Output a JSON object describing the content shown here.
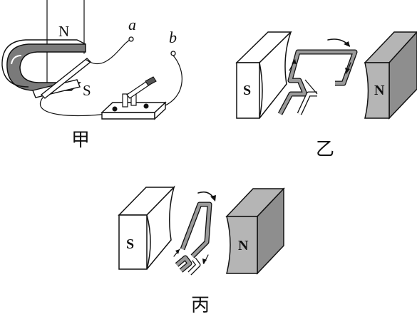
{
  "panel_jia": {
    "caption": "甲",
    "magnet_north_label": "N",
    "magnet_south_label": "S",
    "terminal_a_label": "a",
    "terminal_b_label": "b"
  },
  "panel_yi": {
    "caption": "乙",
    "south_label": "S",
    "north_label": "N"
  },
  "panel_bing": {
    "caption": "丙",
    "south_label": "S",
    "north_label": "N"
  },
  "colors": {
    "line": "#111111",
    "north_fill": "#b5b5b5",
    "north_side": "#8e8e8e",
    "south_fill": "#ffffff",
    "horseshoe_fill": "#7a7a7a",
    "coil_fill": "#9a9a9a"
  }
}
